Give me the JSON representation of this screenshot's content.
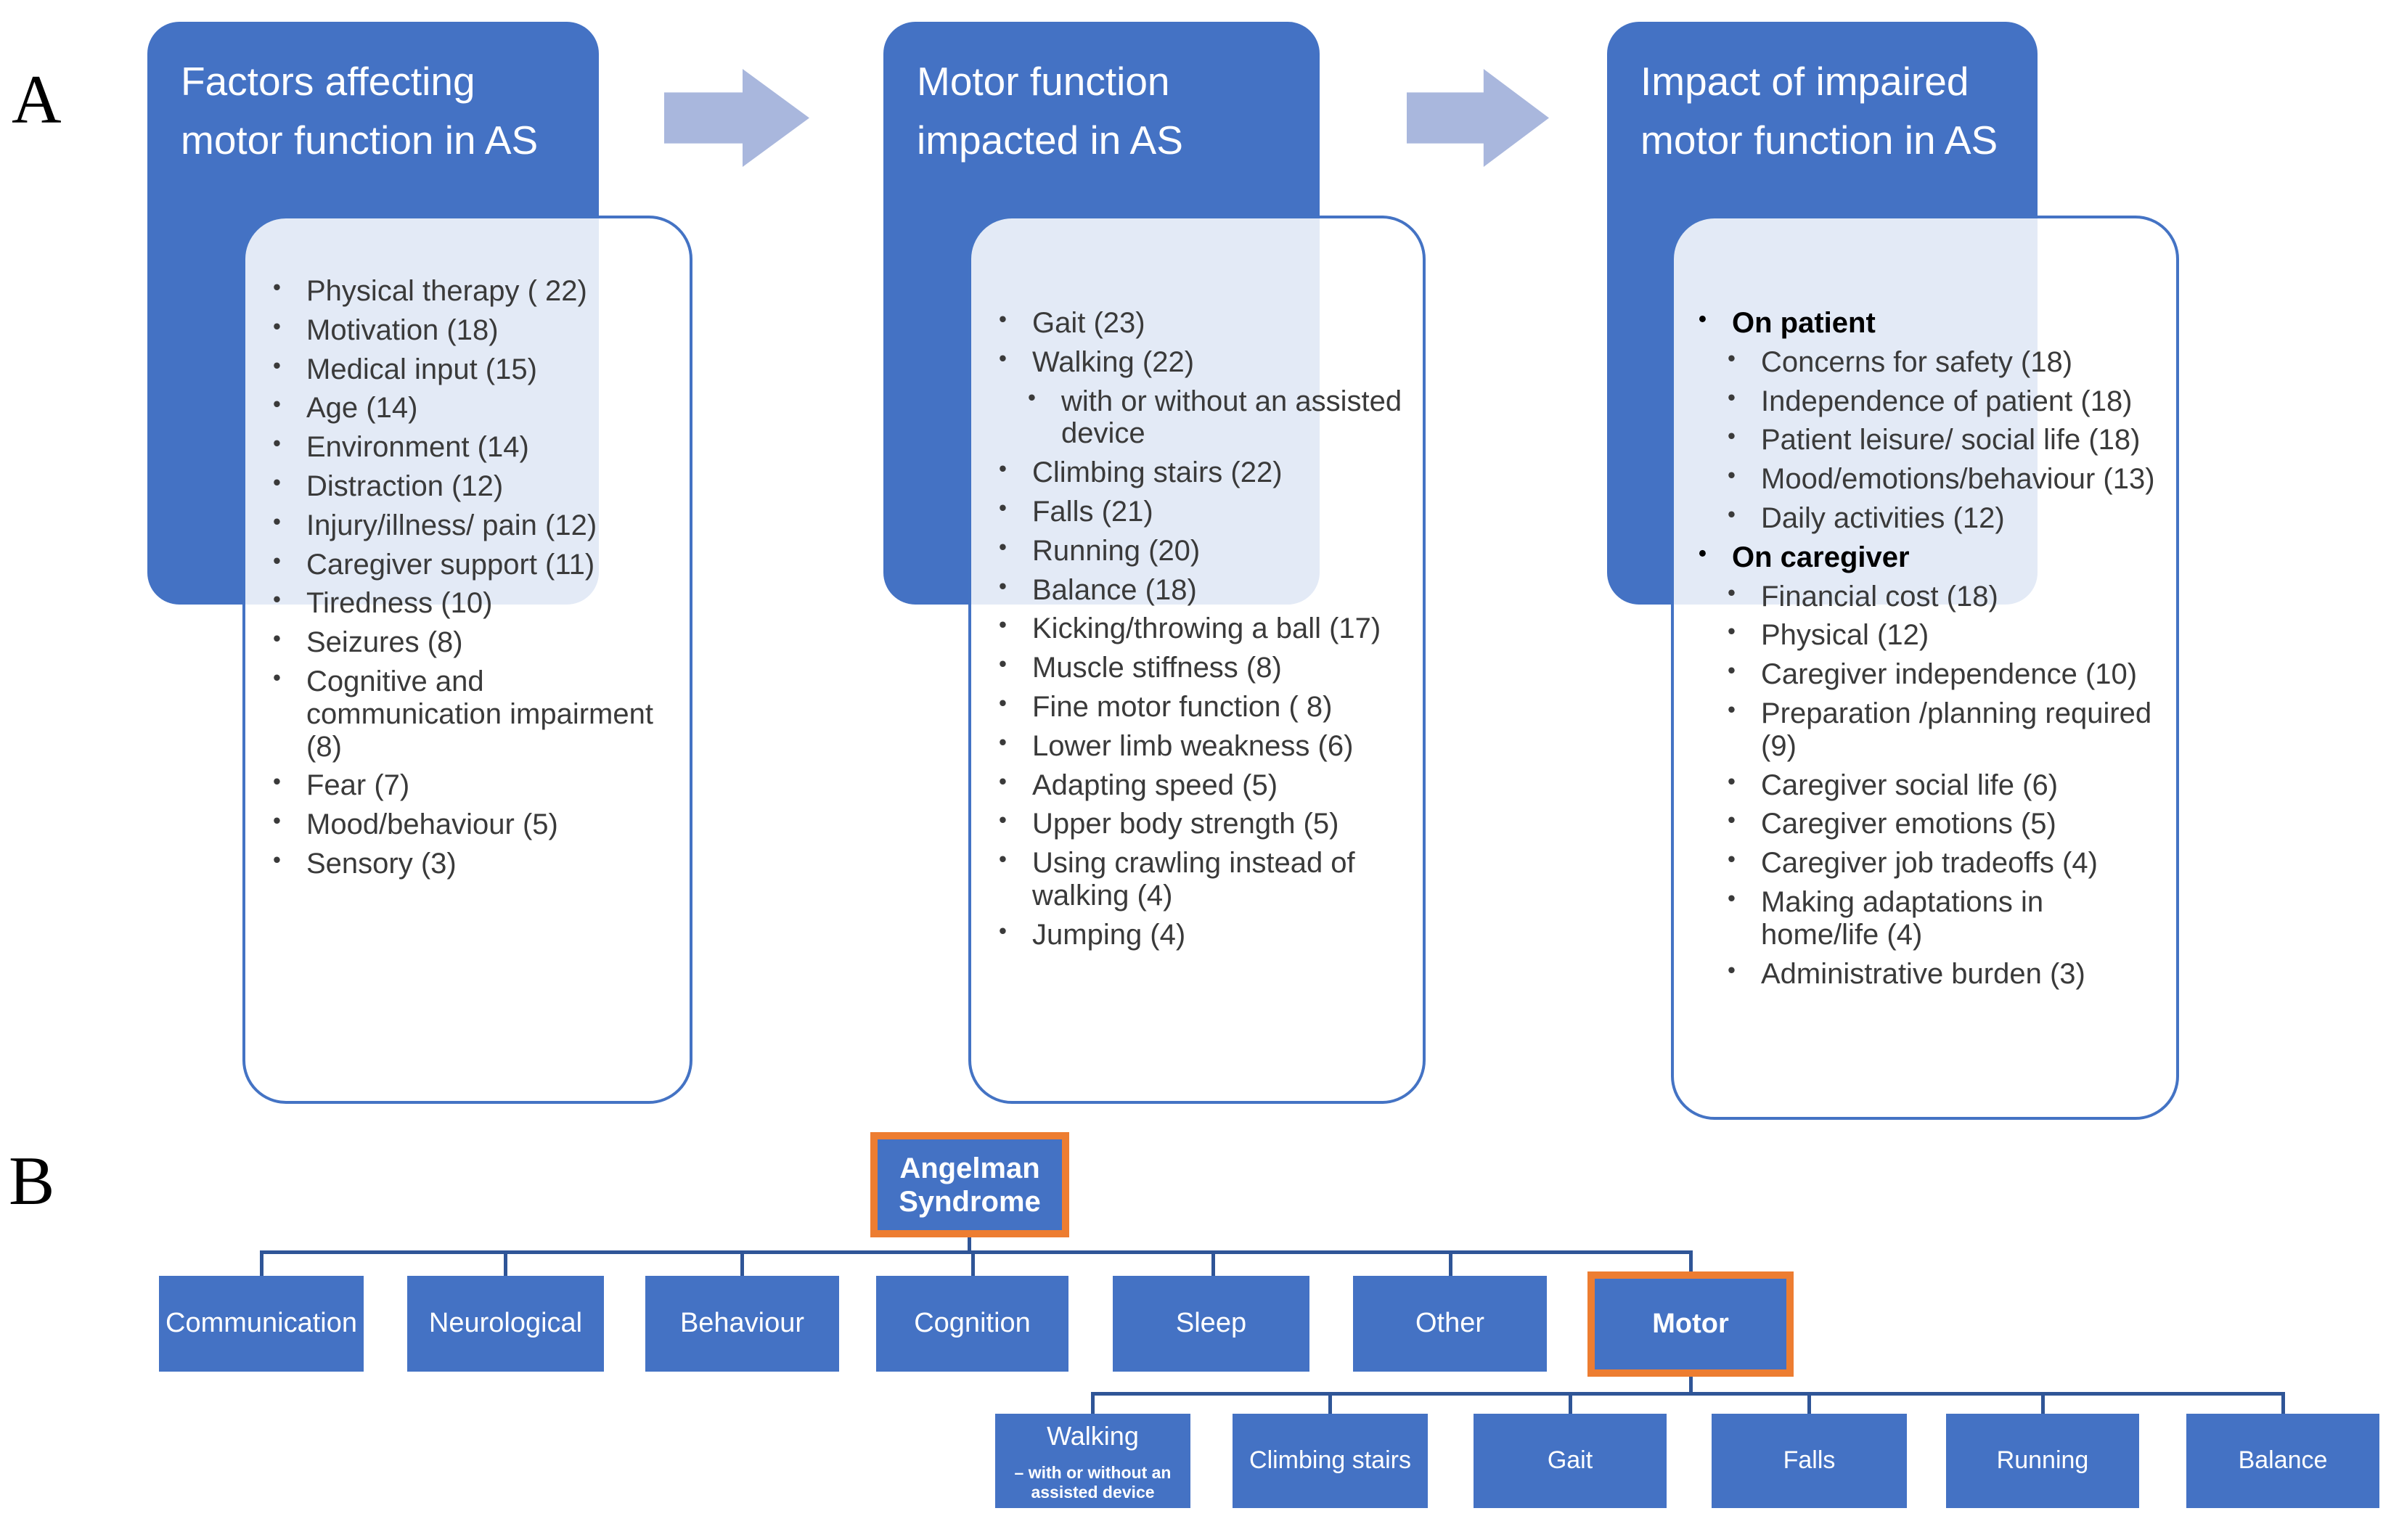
{
  "colors": {
    "blue": "#4472C4",
    "orange": "#ED7D31",
    "arrow": "#A9B7DD",
    "conn": "#2F5597",
    "boxborder": "#4473C4",
    "ink": "#3A3A3A"
  },
  "bullet": "•",
  "panel_a": {
    "label": "A",
    "columns": [
      {
        "header": "Factors affecting motor function in AS",
        "items": [
          {
            "text": "Physical therapy ( 22)"
          },
          {
            "text": "Motivation (18)"
          },
          {
            "text": "Medical input (15)"
          },
          {
            "text": "Age (14)"
          },
          {
            "text": "Environment (14)"
          },
          {
            "text": "Distraction (12)"
          },
          {
            "text": "Injury/illness/ pain (12)"
          },
          {
            "text": "Caregiver support (11)"
          },
          {
            "text": "Tiredness (10)"
          },
          {
            "text": "Seizures (8)"
          },
          {
            "text": "Cognitive and communication impairment (8)"
          },
          {
            "text": "Fear (7)"
          },
          {
            "text": "Mood/behaviour (5)"
          },
          {
            "text": "Sensory (3)"
          }
        ]
      },
      {
        "header": "Motor function impacted in AS",
        "items": [
          {
            "text": "Gait (23)"
          },
          {
            "text": "Walking (22)"
          },
          {
            "text": "with or without an assisted device",
            "indent": 1
          },
          {
            "text": "Climbing stairs (22)"
          },
          {
            "text": "Falls (21)"
          },
          {
            "text": "Running (20)"
          },
          {
            "text": "Balance (18)"
          },
          {
            "text": "Kicking/throwing a ball (17)"
          },
          {
            "text": "Muscle stiffness (8)"
          },
          {
            "text": "Fine motor function ( 8)"
          },
          {
            "text": "Lower limb weakness (6)"
          },
          {
            "text": "Adapting speed (5)"
          },
          {
            "text": "Upper body strength (5)"
          },
          {
            "text": "Using crawling instead of walking (4)"
          },
          {
            "text": "Jumping (4)"
          }
        ]
      },
      {
        "header": "Impact of impaired motor function in AS",
        "items": [
          {
            "text": "On patient",
            "bold": true
          },
          {
            "text": "Concerns for safety (18)",
            "indent": 1
          },
          {
            "text": "Independence of patient (18)",
            "indent": 1
          },
          {
            "text": "Patient leisure/ social life (18)",
            "indent": 1
          },
          {
            "text": "Mood/emotions/behaviour (13)",
            "indent": 1
          },
          {
            "text": "Daily activities (12)",
            "indent": 1
          },
          {
            "text": "On caregiver",
            "bold": true
          },
          {
            "text": "Financial cost (18)",
            "indent": 1
          },
          {
            "text": "Physical (12)",
            "indent": 1
          },
          {
            "text": "Caregiver independence (10)",
            "indent": 1
          },
          {
            "text": "Preparation /planning required (9)",
            "indent": 1
          },
          {
            "text": "Caregiver social life (6)",
            "indent": 1
          },
          {
            "text": "Caregiver emotions (5)",
            "indent": 1
          },
          {
            "text": "Caregiver job tradeoffs (4)",
            "indent": 1
          },
          {
            "text": "Making adaptations in home/life (4)",
            "indent": 1
          },
          {
            "text": "Administrative burden (3)",
            "indent": 1
          }
        ]
      }
    ]
  },
  "panel_b": {
    "label": "B",
    "root": "Angelman Syndrome",
    "level1": [
      "Communication",
      "Neurological",
      "Behaviour",
      "Cognition",
      "Sleep",
      "Other",
      "Motor"
    ],
    "level2": [
      {
        "label": "Walking",
        "note": "– with or without an assisted device"
      },
      {
        "label": "Climbing stairs"
      },
      {
        "label": "Gait"
      },
      {
        "label": "Falls"
      },
      {
        "label": "Running"
      },
      {
        "label": "Balance"
      }
    ]
  }
}
